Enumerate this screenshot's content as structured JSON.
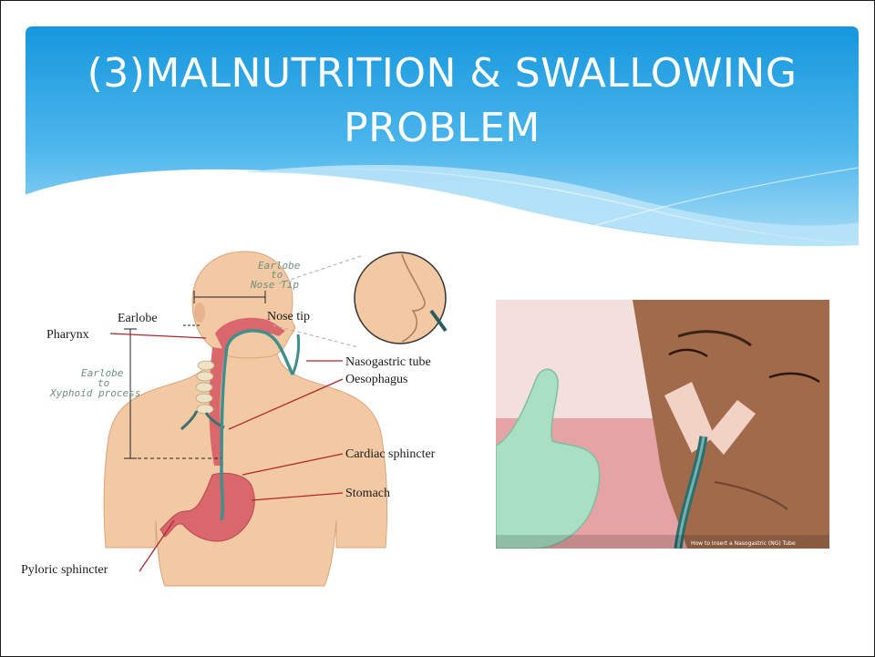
{
  "slide": {
    "title_line1": "(3)MALNUTRITION & SWALLOWING",
    "title_line2": "PROBLEM"
  },
  "diagram": {
    "labels": {
      "earlobe": "Earlobe",
      "nose_tip": "Nose tip",
      "pharynx": "Pharynx",
      "nasogastric_tube": "Nasogastric tube",
      "oesophagus": "Oesophagus",
      "cardiac_sphincter": "Cardiac sphincter",
      "stomach": "Stomach",
      "pyloric_sphincter": "Pyloric sphincter"
    },
    "measure1": [
      "Earlobe",
      "to",
      "Nose Tip"
    ],
    "measure2": [
      "Earlobe",
      "to",
      "Xyphoid process"
    ]
  },
  "photo": {
    "watermark": "How to Insert a Nasogastric (NG) Tube"
  },
  "colors": {
    "header_top": "#1a9de0",
    "header_bottom": "#8fd0f5",
    "skin": "#f2c9a3",
    "organ": "#d9676b",
    "tube": "#3f8f8f",
    "leader": "#b3262e"
  }
}
